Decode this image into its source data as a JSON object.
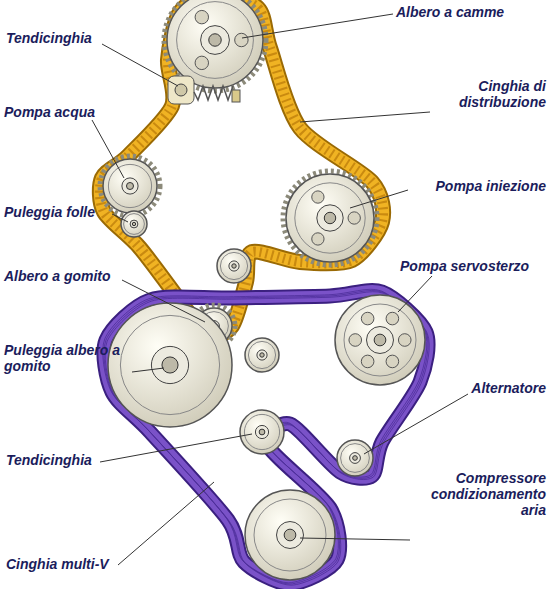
{
  "diagram": {
    "labels": [
      "Albero a camme",
      "Tendicinghia",
      "Cinghia di distribuzione",
      "Pompa acqua",
      "Pompa iniezione",
      "Puleggia folle",
      "Pompa servosterzo",
      "Albero a gomito",
      "Puleggia albero a gomito",
      "Alternatore",
      "Tendicinghia",
      "Compressore condizionamento aria",
      "Cinghia multi-V"
    ]
  }
}
